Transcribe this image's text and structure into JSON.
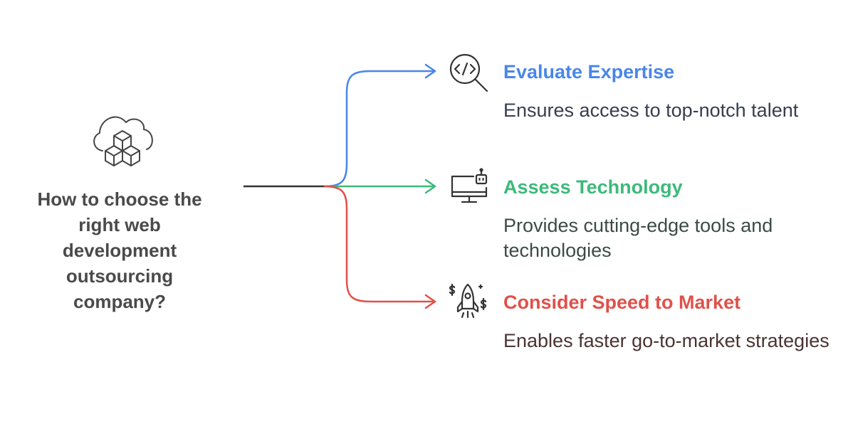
{
  "diagram": {
    "root": {
      "title": "How to choose the right web development outsourcing company?",
      "icon": "cloud-cubes-icon"
    },
    "branches": [
      {
        "title": "Evaluate Expertise",
        "description": "Ensures access to top-notch talent",
        "icon": "code-search-icon",
        "color": "#4a86e8"
      },
      {
        "title": "Assess Technology",
        "description": "Provides cutting-edge tools and technologies",
        "icon": "monitor-bot-icon",
        "color": "#3cba7a"
      },
      {
        "title": "Consider Speed to Market",
        "description": "Enables faster go-to-market strategies",
        "icon": "rocket-dollar-icon",
        "color": "#e0514a"
      }
    ]
  }
}
